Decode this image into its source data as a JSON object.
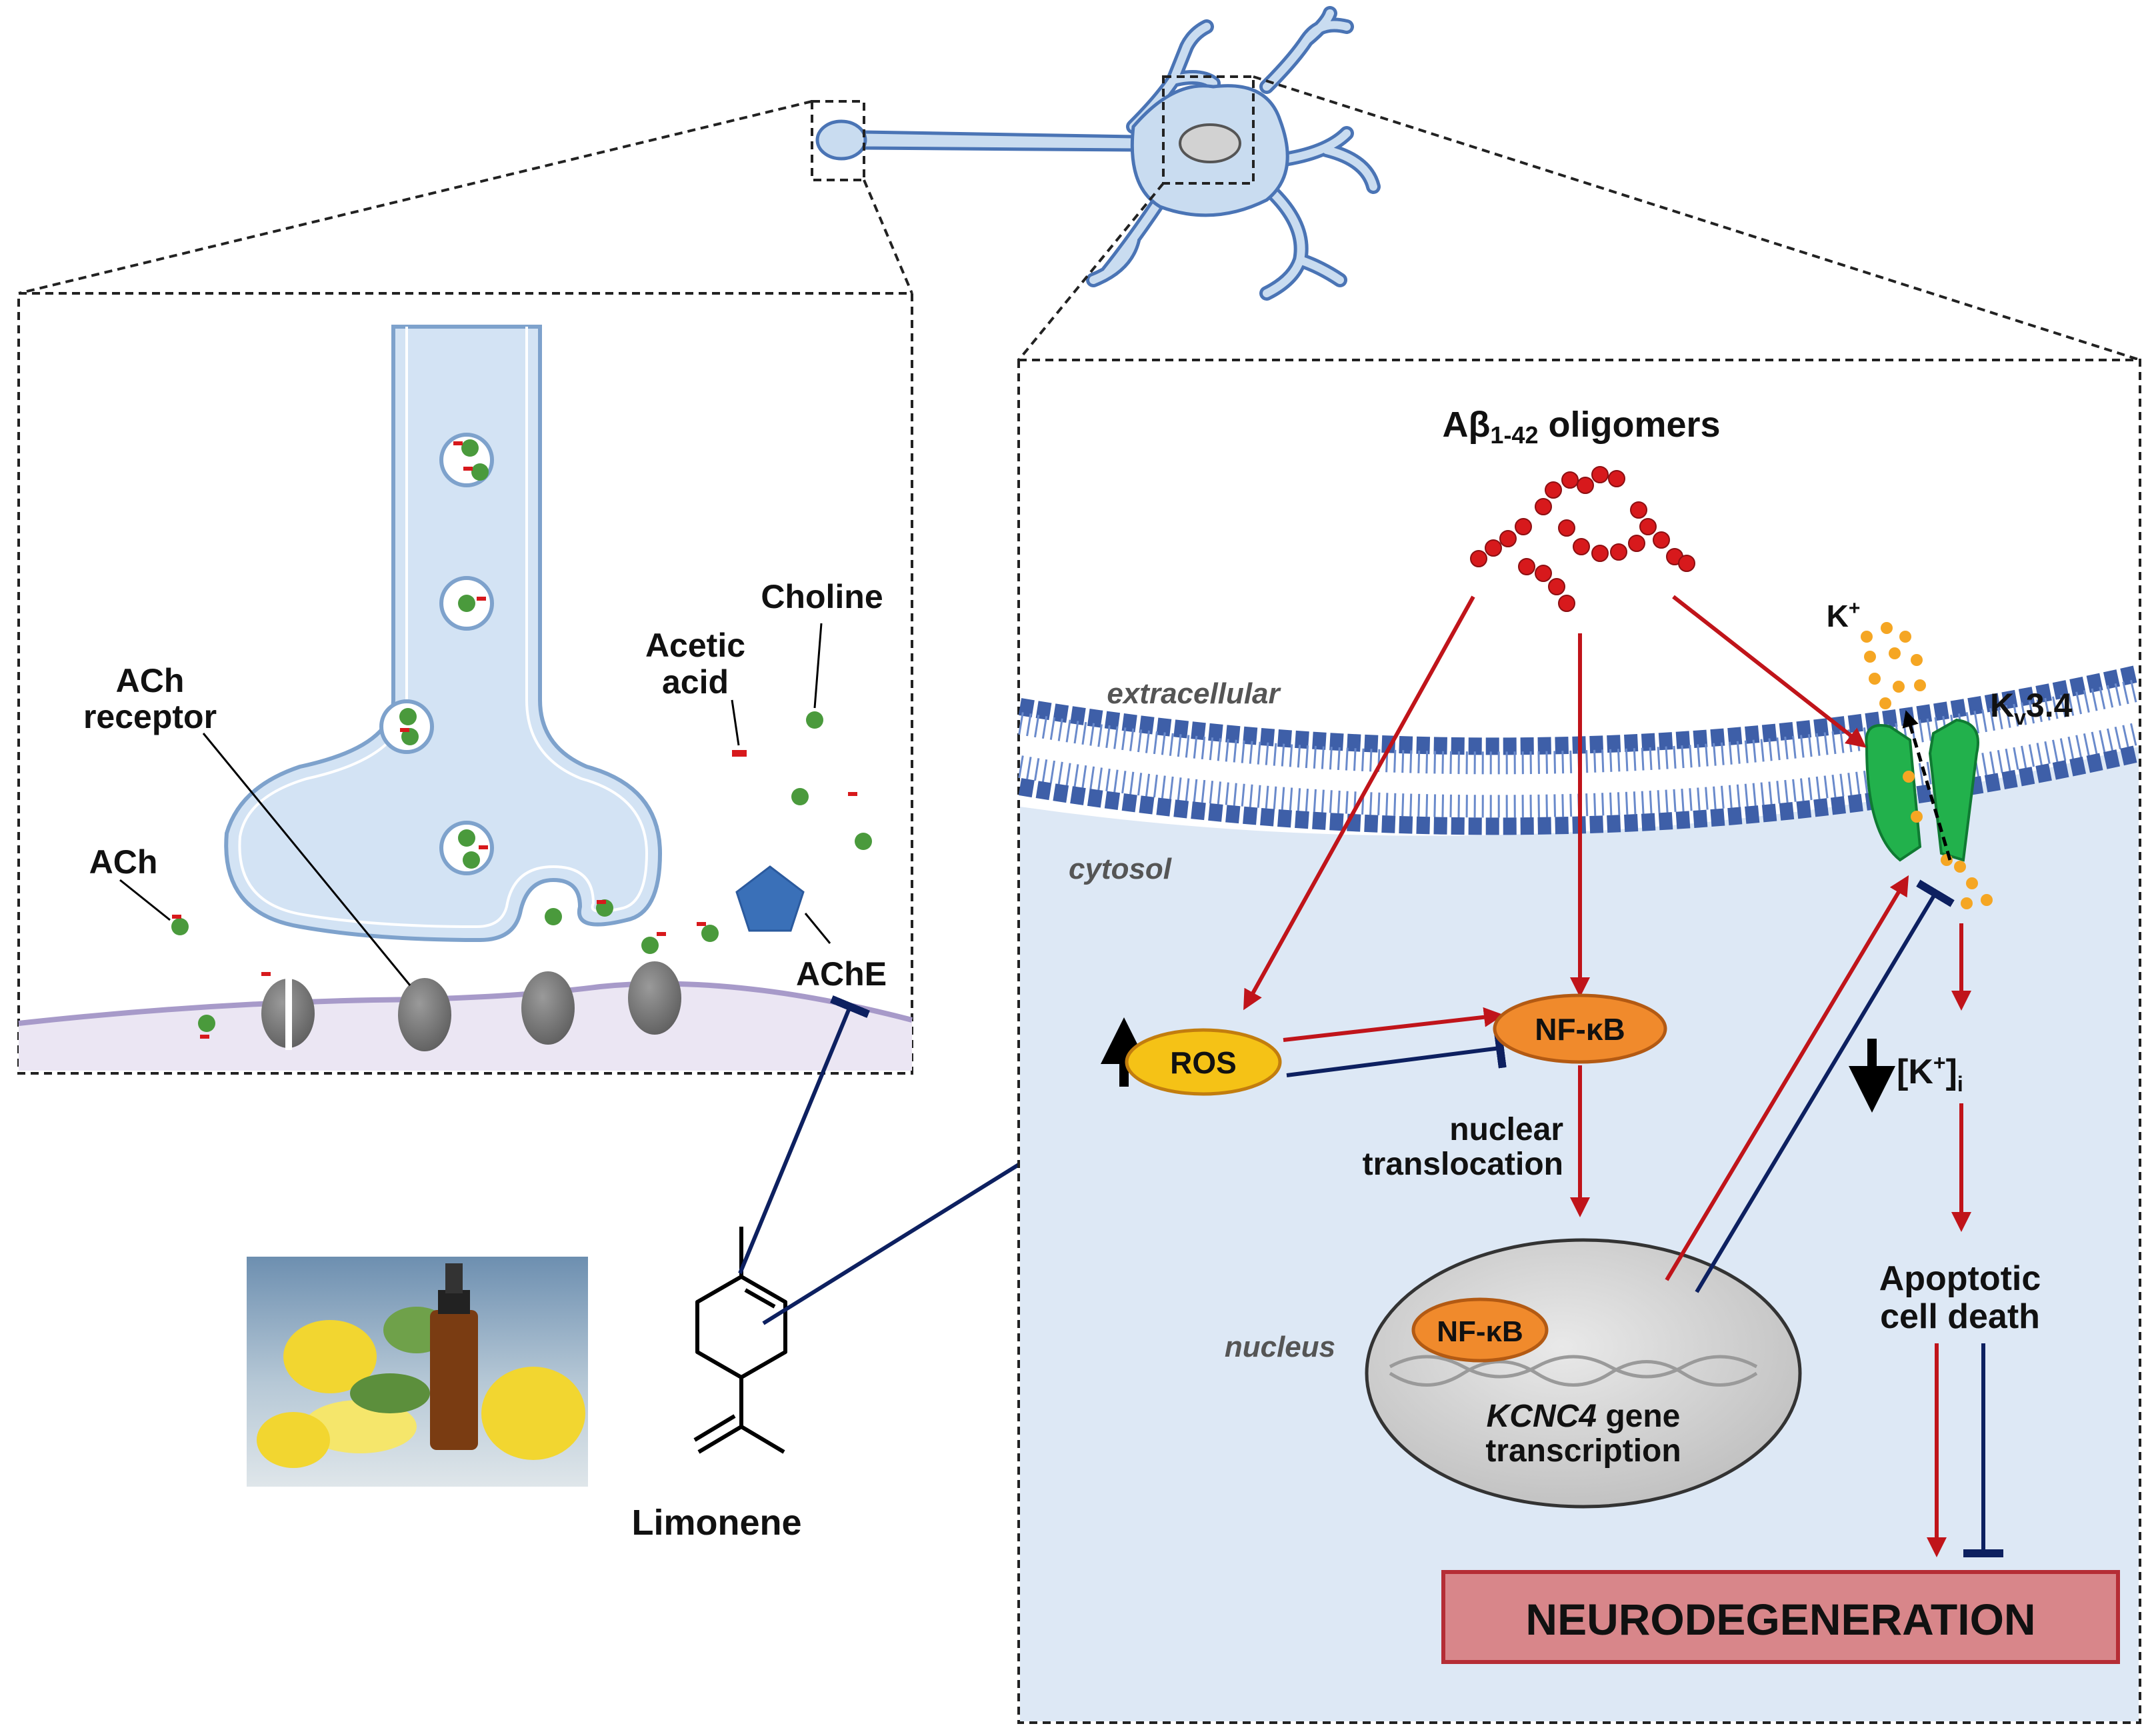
{
  "synapse": {
    "ach": "ACh",
    "ach_receptor_line1": "ACh",
    "ach_receptor_line2": "receptor",
    "acetic_acid_line1": "Acetic",
    "acetic_acid_line2": "acid",
    "choline": "Choline",
    "ache": "AChE"
  },
  "compound": {
    "name": "Limonene"
  },
  "pathway": {
    "abeta_prefix": "Aβ",
    "abeta_sub": "1-42",
    "abeta_suffix": " oligomers",
    "extracellular": "extracellular",
    "cytosol": "cytosol",
    "nucleus": "nucleus",
    "k_plus": "K",
    "k_sup": "+",
    "kv_k": "K",
    "kv_sub": "v",
    "kv_num": "3.4",
    "ros": "ROS",
    "nfkb": "NF-κB",
    "nfkb_nucleus": "NF-κB",
    "nuclear_line1": "nuclear",
    "nuclear_line2": "translocation",
    "gene_italic": "KCNC4",
    "gene_rest": " gene",
    "transcription": "transcription",
    "ki_open": "[K",
    "ki_sup": "+",
    "ki_close": "]",
    "ki_sub": "i",
    "apoptotic_line1": "Apoptotic",
    "apoptotic_line2": "cell death",
    "neurodegeneration": "NEURODEGENERATION"
  },
  "colors": {
    "activation": "#c0141a",
    "inhibition": "#0d2060",
    "membrane": "#3e5fa8",
    "cytosol_bg": "#dde8f5",
    "neuron_fill": "#c9dcf0",
    "neuron_stroke": "#4a74b5",
    "ros_fill": "#f5c216",
    "nfkb_fill": "#f08a2c",
    "channel": "#22b14c",
    "box_fill": "#d8868a",
    "box_stroke": "#b52d35"
  }
}
